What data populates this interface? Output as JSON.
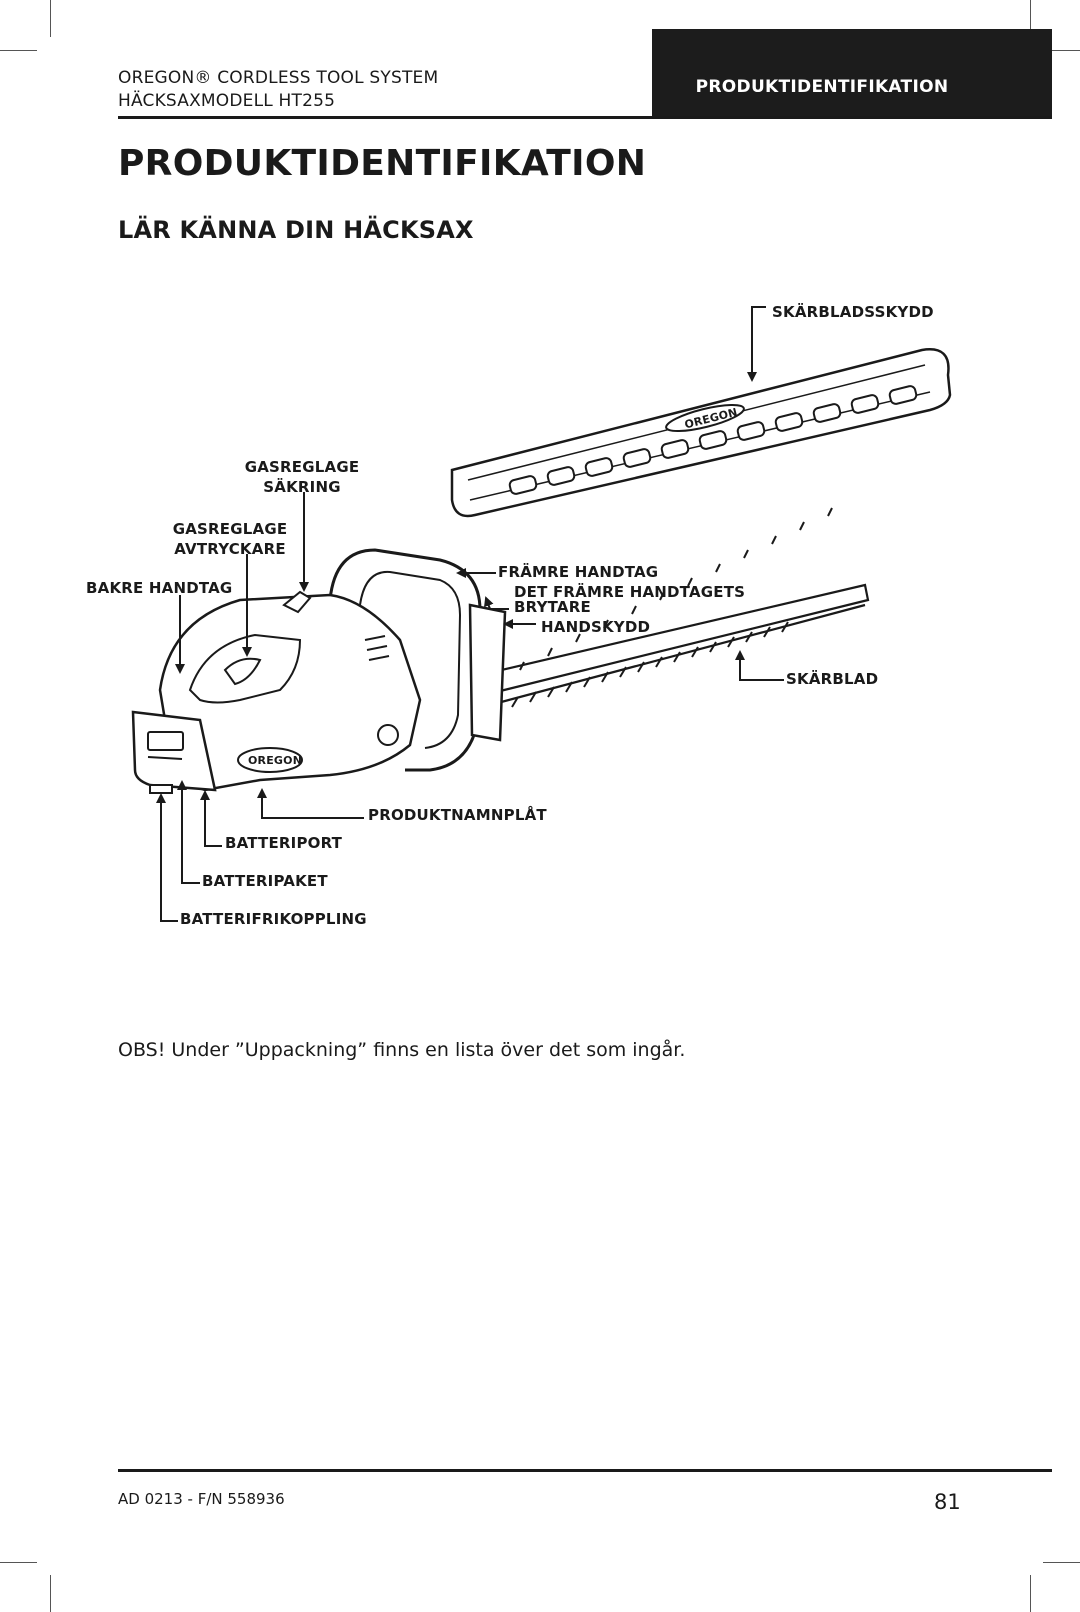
{
  "header": {
    "system_line": "OREGON® CORDLESS TOOL SYSTEM",
    "model_line": "HÄCKSAXMODELL HT255",
    "section_tab": "PRODUKTIDENTIFIKATION"
  },
  "page_title": "PRODUKTIDENTIFIKATION",
  "section_title": "LÄR KÄNNA DIN HÄCKSAX",
  "diagram": {
    "labels": {
      "blade_guard": "SKÄRBLADSSKYDD",
      "throttle_lock_1": "GASREGLAGE",
      "throttle_lock_2": "SÄKRING",
      "throttle_trigger_1": "GASREGLAGE",
      "throttle_trigger_2": "AVTRYCKARE",
      "rear_handle": "BAKRE HANDTAG",
      "front_handle": "FRÄMRE HANDTAG",
      "front_switch_1": "DET FRÄMRE HANDTAGETS",
      "front_switch_2": "BRYTARE",
      "hand_guard": "HANDSKYDD",
      "blade": "SKÄRBLAD",
      "nameplate": "PRODUKTNAMNPLÅT",
      "battery_port": "BATTERIPORT",
      "battery_pack": "BATTERIPAKET",
      "battery_release": "BATTERIFRIKOPPLING"
    },
    "logo_text": "OREGON"
  },
  "note": "OBS! Under ”Uppackning” finns en lista över det som ingår.",
  "footer": {
    "doc_code": "AD 0213 - F/N 558936",
    "page_number": "81"
  }
}
